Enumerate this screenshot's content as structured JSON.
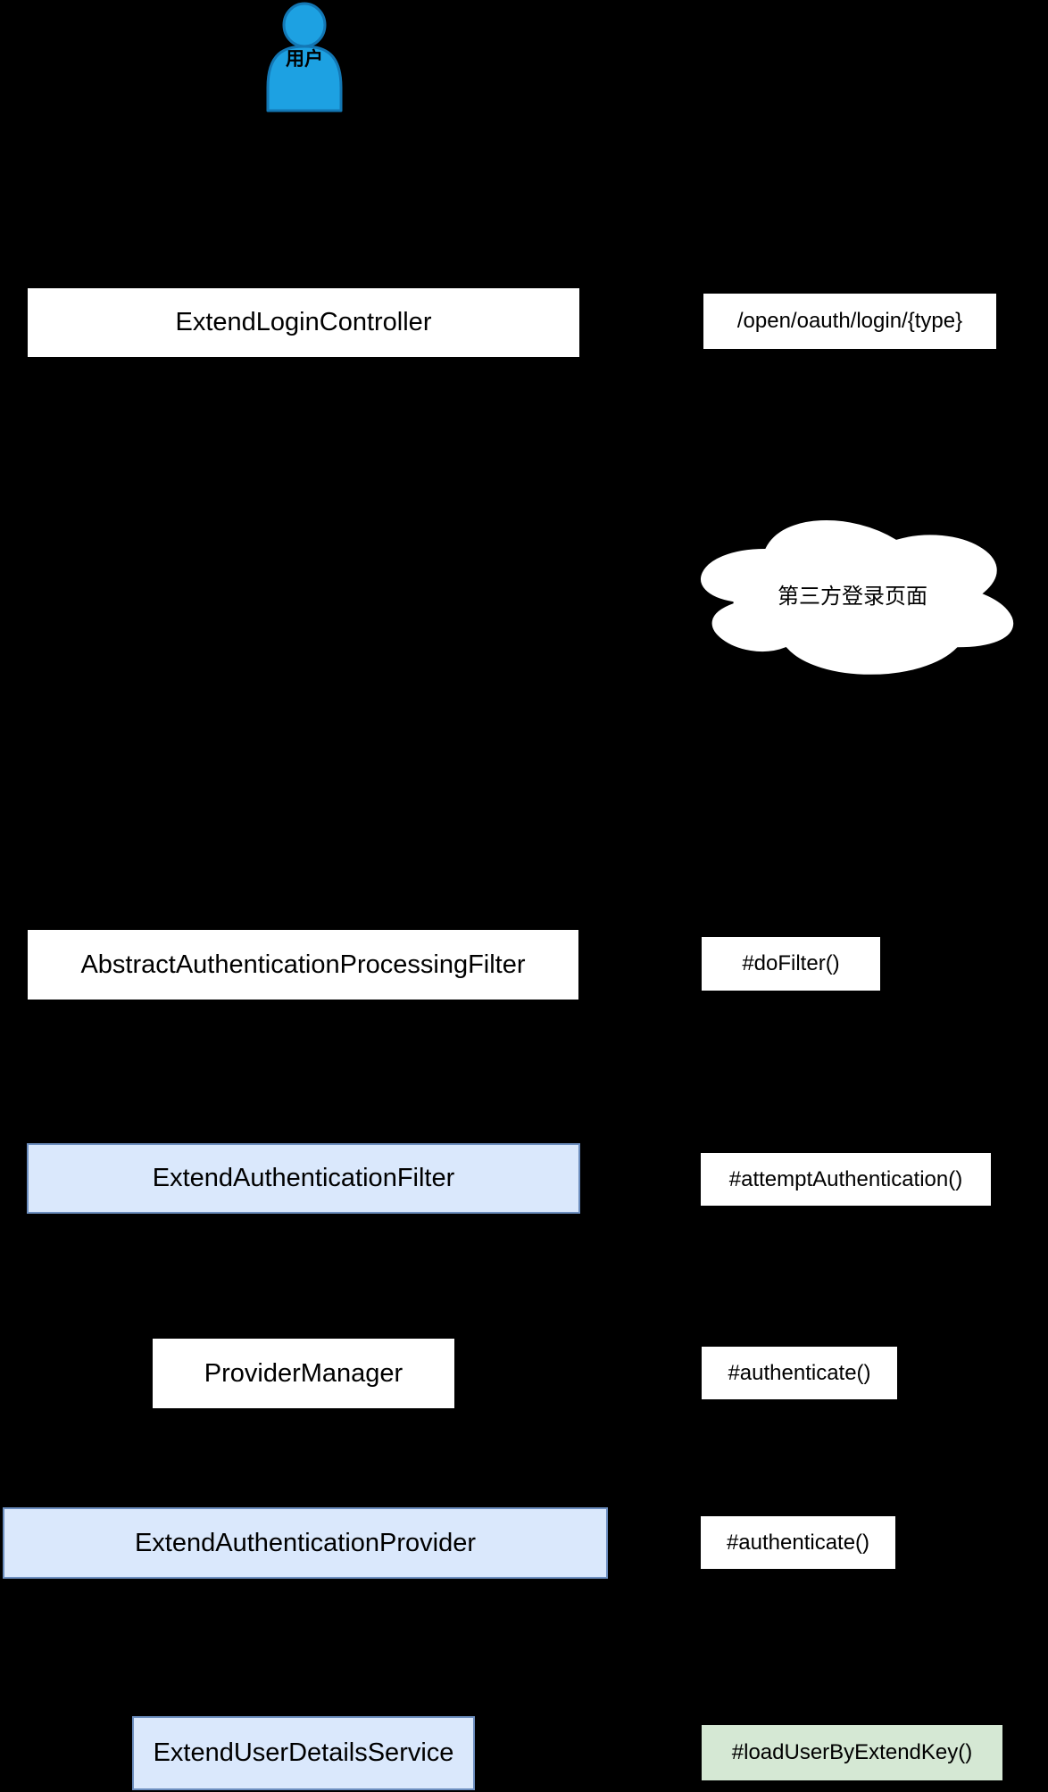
{
  "canvas": {
    "background": "#000000"
  },
  "colors": {
    "canvas-bg": "#000000",
    "node-fill": "#ffffff",
    "node-text": "#000000",
    "accent-fill": "#dae8fc",
    "accent-border": "#6c8ebf",
    "green-fill": "#d5e8d4",
    "actor-fill": "#1da1e2",
    "actor-border": "#1377b4",
    "cloud-fill": "#ffffff",
    "cloud-border": "#000000"
  },
  "actor": {
    "label": "用户"
  },
  "cloud": {
    "label": "第三方登录页面"
  },
  "nodes": [
    {
      "id": "extend-login-controller",
      "label": "ExtendLoginController"
    },
    {
      "id": "abstract-authentication-processing-filter",
      "label": "AbstractAuthenticationProcessingFilter"
    },
    {
      "id": "extend-authentication-filter",
      "label": "ExtendAuthenticationFilter"
    },
    {
      "id": "provider-manager",
      "label": "ProviderManager"
    },
    {
      "id": "extend-authentication-provider",
      "label": "ExtendAuthenticationProvider"
    },
    {
      "id": "extend-user-details-service",
      "label": "ExtendUserDetailsService"
    }
  ],
  "annotations": [
    {
      "id": "oauth-login-route",
      "label": "/open/oauth/login/{type}"
    },
    {
      "id": "do-filter",
      "label": "#doFilter()"
    },
    {
      "id": "attempt-authentication",
      "label": "#attemptAuthentication()"
    },
    {
      "id": "authenticate-provider-manager",
      "label": "#authenticate()"
    },
    {
      "id": "authenticate-provider",
      "label": "#authenticate()"
    },
    {
      "id": "load-user-by-extend-key",
      "label": "#loadUserByExtendKey()"
    }
  ]
}
